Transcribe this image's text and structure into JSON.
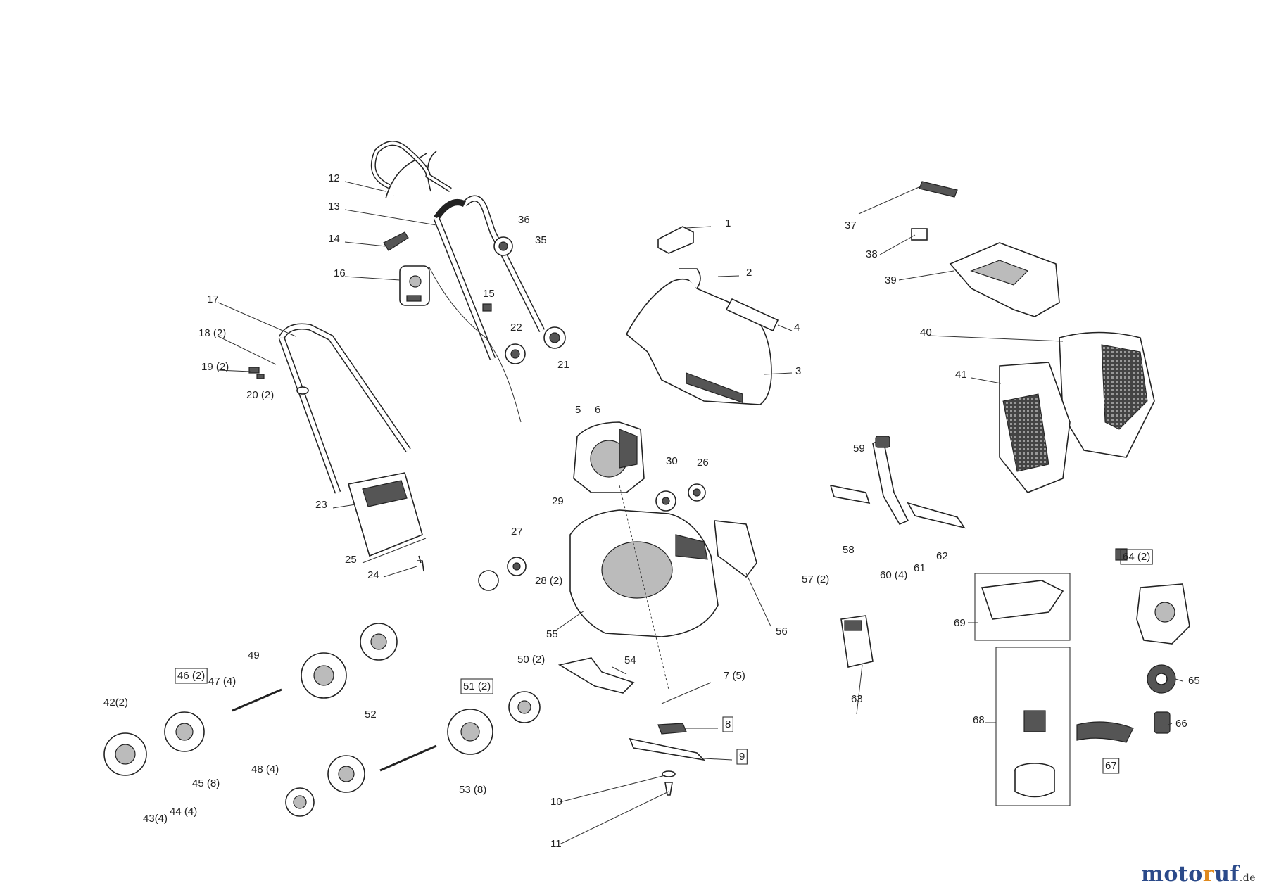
{
  "diagram": {
    "labels": [
      {
        "id": "1",
        "text": "1"
      },
      {
        "id": "2",
        "text": "2"
      },
      {
        "id": "3",
        "text": "3"
      },
      {
        "id": "4",
        "text": "4"
      },
      {
        "id": "5",
        "text": "5"
      },
      {
        "id": "6",
        "text": "6"
      },
      {
        "id": "7",
        "text": "7 (5)"
      },
      {
        "id": "8",
        "text": "8",
        "boxed": true
      },
      {
        "id": "9",
        "text": "9",
        "boxed": true
      },
      {
        "id": "10",
        "text": "10"
      },
      {
        "id": "11",
        "text": "11"
      },
      {
        "id": "12",
        "text": "12"
      },
      {
        "id": "13",
        "text": "13"
      },
      {
        "id": "14",
        "text": "14"
      },
      {
        "id": "15",
        "text": "15"
      },
      {
        "id": "16",
        "text": "16"
      },
      {
        "id": "17",
        "text": "17"
      },
      {
        "id": "18",
        "text": "18 (2)"
      },
      {
        "id": "19",
        "text": "19 (2)"
      },
      {
        "id": "20",
        "text": "20 (2)"
      },
      {
        "id": "21",
        "text": "21"
      },
      {
        "id": "22",
        "text": "22"
      },
      {
        "id": "23",
        "text": "23"
      },
      {
        "id": "24",
        "text": "24"
      },
      {
        "id": "25",
        "text": "25"
      },
      {
        "id": "26",
        "text": "26"
      },
      {
        "id": "27",
        "text": "27"
      },
      {
        "id": "28",
        "text": "28 (2)"
      },
      {
        "id": "29",
        "text": "29"
      },
      {
        "id": "30",
        "text": "30"
      },
      {
        "id": "35",
        "text": "35"
      },
      {
        "id": "36",
        "text": "36"
      },
      {
        "id": "37",
        "text": "37"
      },
      {
        "id": "38",
        "text": "38"
      },
      {
        "id": "39",
        "text": "39"
      },
      {
        "id": "40",
        "text": "40"
      },
      {
        "id": "41",
        "text": "41"
      },
      {
        "id": "42",
        "text": "42(2)"
      },
      {
        "id": "43",
        "text": "43(4)"
      },
      {
        "id": "44",
        "text": "44 (4)"
      },
      {
        "id": "45",
        "text": "45 (8)"
      },
      {
        "id": "46",
        "text": "46 (2)",
        "boxed": true
      },
      {
        "id": "47",
        "text": "47 (4)"
      },
      {
        "id": "48",
        "text": "48 (4)"
      },
      {
        "id": "49",
        "text": "49"
      },
      {
        "id": "50",
        "text": "50 (2)"
      },
      {
        "id": "51",
        "text": "51 (2)",
        "boxed": true
      },
      {
        "id": "52",
        "text": "52"
      },
      {
        "id": "53",
        "text": "53 (8)"
      },
      {
        "id": "54",
        "text": "54"
      },
      {
        "id": "55",
        "text": "55"
      },
      {
        "id": "56",
        "text": "56"
      },
      {
        "id": "57",
        "text": "57 (2)"
      },
      {
        "id": "58",
        "text": "58"
      },
      {
        "id": "59",
        "text": "59"
      },
      {
        "id": "60",
        "text": "60 (4)"
      },
      {
        "id": "61",
        "text": "61"
      },
      {
        "id": "62",
        "text": "62"
      },
      {
        "id": "63",
        "text": "63"
      },
      {
        "id": "64",
        "text": "64 (2)",
        "boxed": true
      },
      {
        "id": "65",
        "text": "65"
      },
      {
        "id": "66",
        "text": "66"
      },
      {
        "id": "67",
        "text": "67",
        "boxed": true
      },
      {
        "id": "68",
        "text": "68"
      },
      {
        "id": "69",
        "text": "69"
      }
    ]
  },
  "brand": {
    "main": "moto",
    "accent": "r",
    "rest": "uf",
    "tld": ".de"
  }
}
